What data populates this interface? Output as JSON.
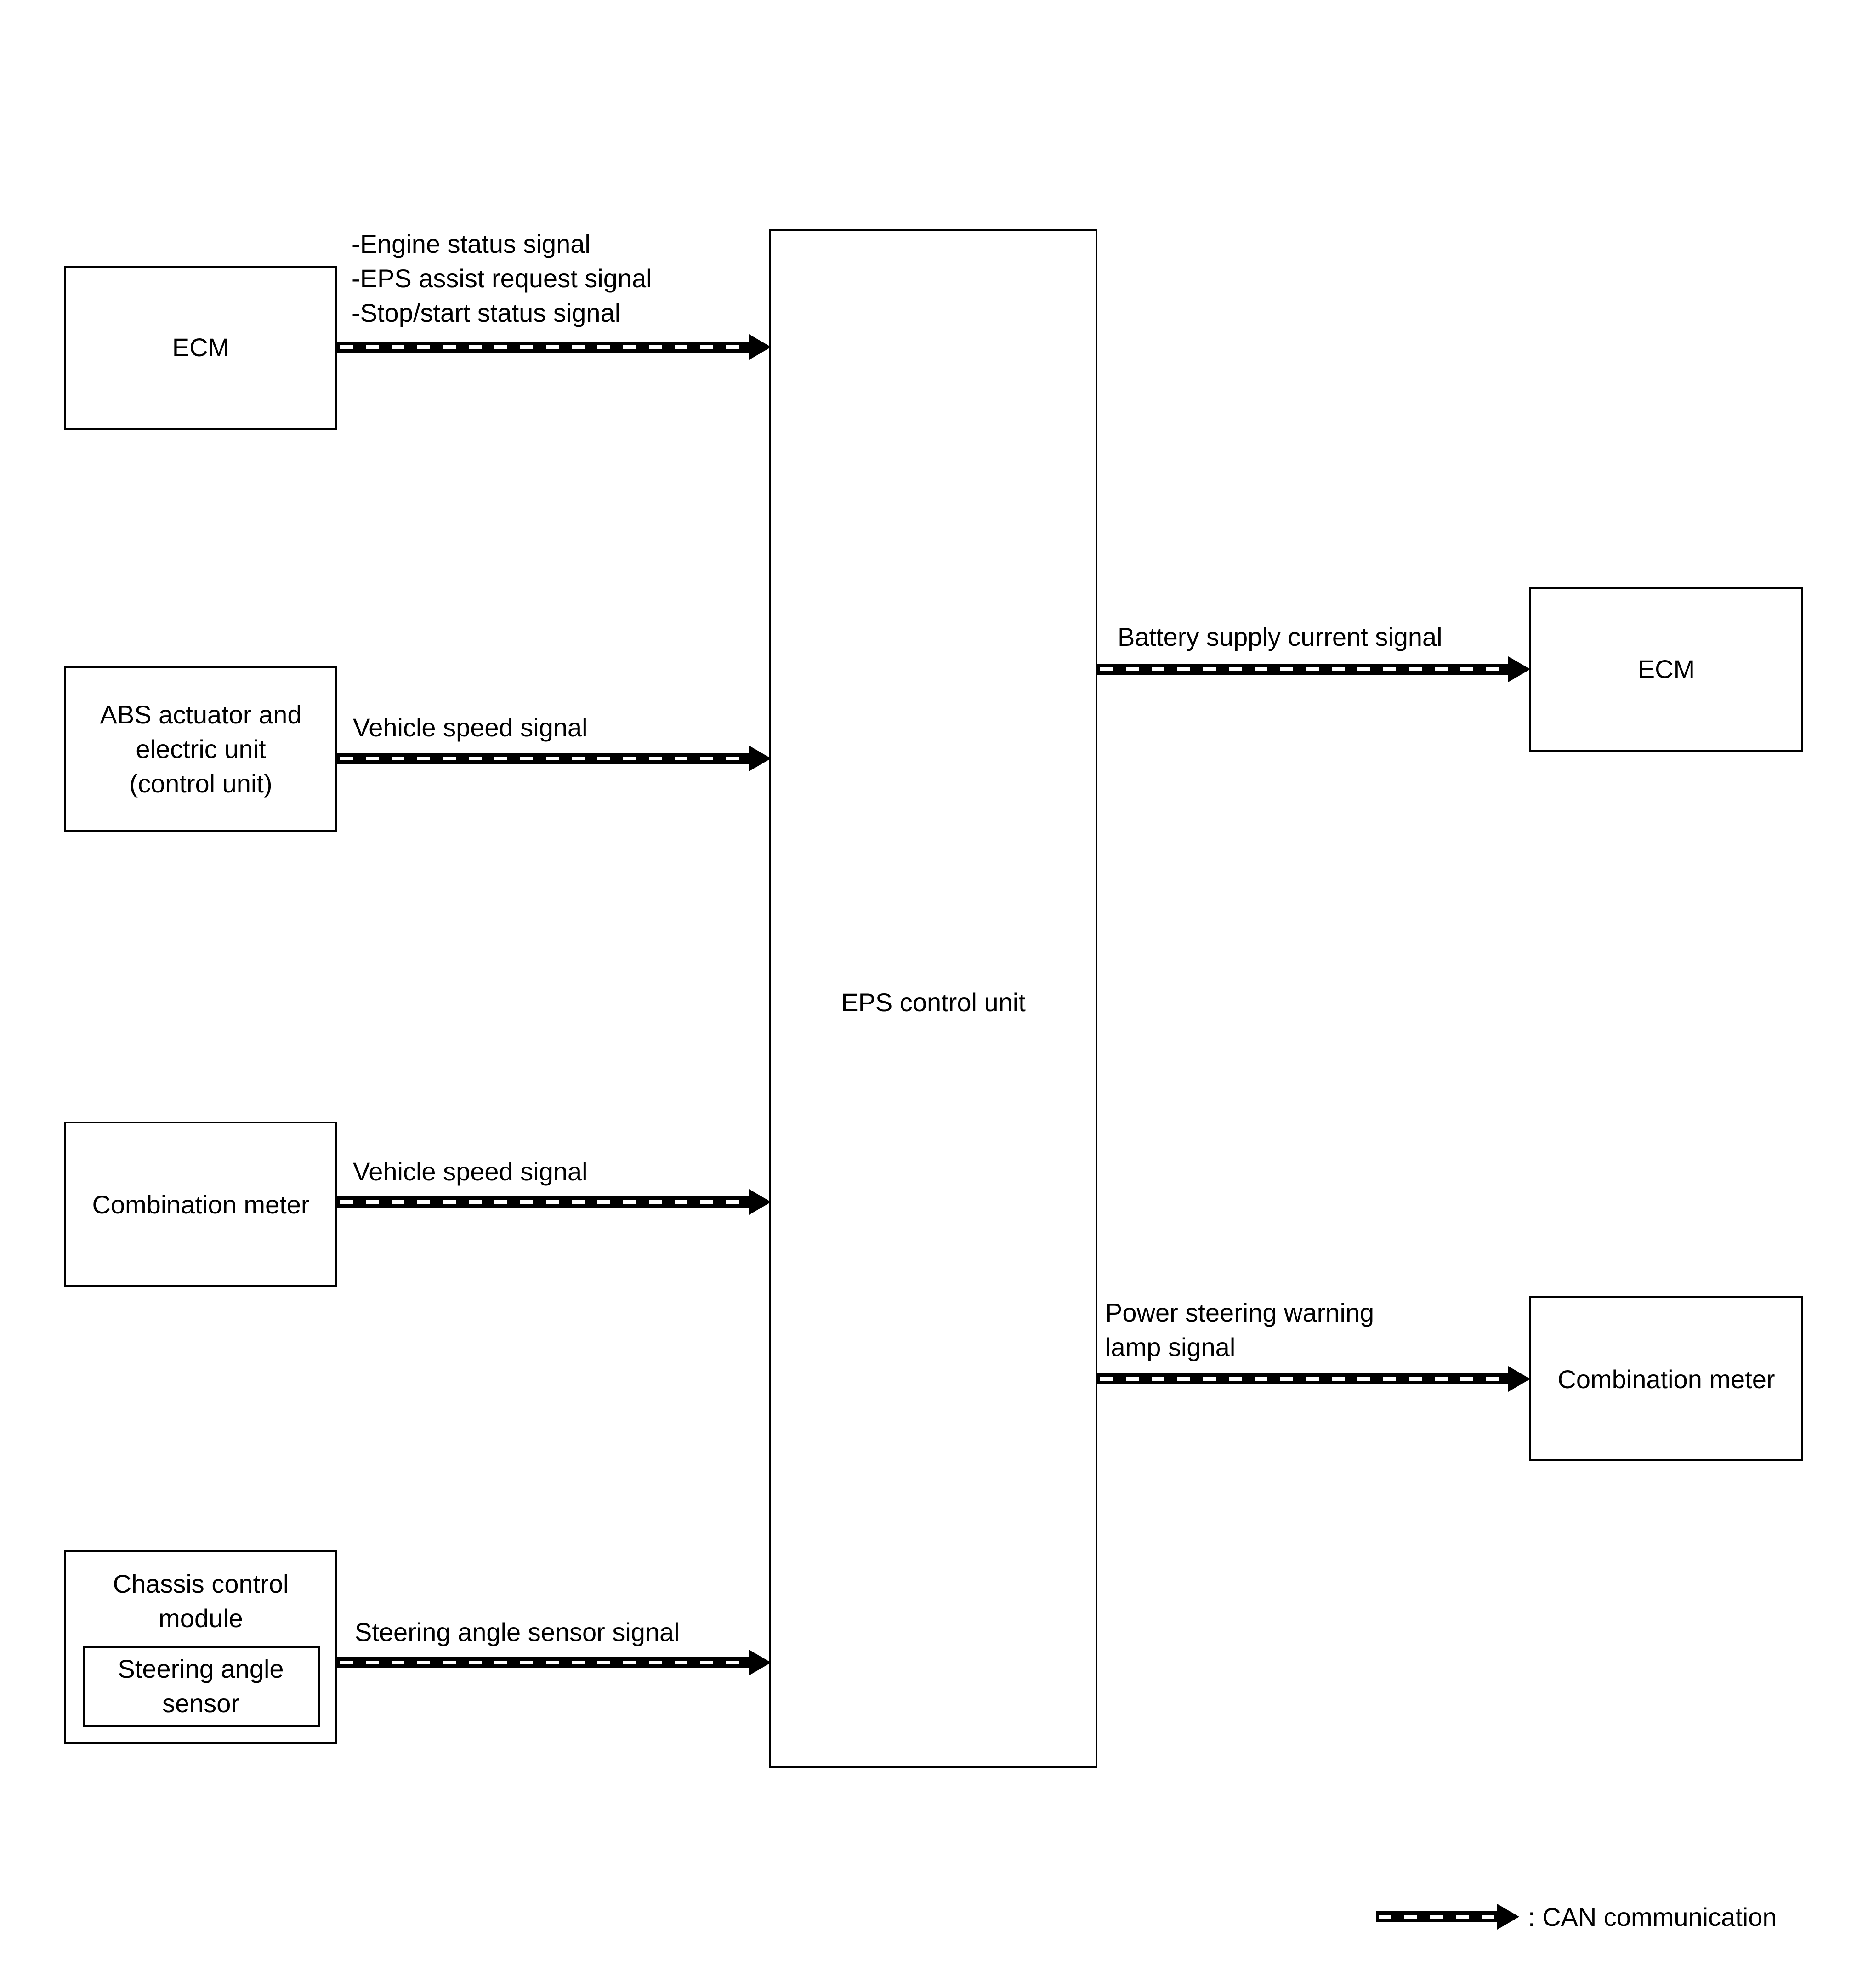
{
  "colors": {
    "line": "#000000",
    "background": "#ffffff",
    "dash": "#ffffff"
  },
  "nodes": {
    "ecm_left": {
      "lines": [
        "ECM"
      ]
    },
    "abs_unit": {
      "lines": [
        "ABS actuator and",
        "electric unit",
        "(control unit)"
      ]
    },
    "combination_meter_left": {
      "lines": [
        "Combination meter"
      ]
    },
    "chassis_control_module": {
      "lines": [
        "Chassis control",
        "module"
      ]
    },
    "steering_angle_sensor": {
      "lines": [
        "Steering angle",
        "sensor"
      ]
    },
    "eps_control_unit": {
      "lines": [
        "EPS control unit"
      ]
    },
    "ecm_right": {
      "lines": [
        "ECM"
      ]
    },
    "combination_meter_right": {
      "lines": [
        "Combination meter"
      ]
    }
  },
  "signals": {
    "ecm_to_eps": {
      "lines": [
        "-Engine status signal",
        "-EPS assist request signal",
        "-Stop/start status signal"
      ]
    },
    "abs_to_eps": {
      "lines": [
        "Vehicle speed signal"
      ]
    },
    "meter_to_eps": {
      "lines": [
        "Vehicle speed signal"
      ]
    },
    "chassis_to_eps": {
      "lines": [
        "Steering angle sensor signal"
      ]
    },
    "eps_to_ecm": {
      "lines": [
        "Battery supply current signal"
      ]
    },
    "eps_to_meter": {
      "lines": [
        "Power steering warning",
        "lamp signal"
      ]
    }
  },
  "legend": {
    "label": ": CAN communication"
  }
}
